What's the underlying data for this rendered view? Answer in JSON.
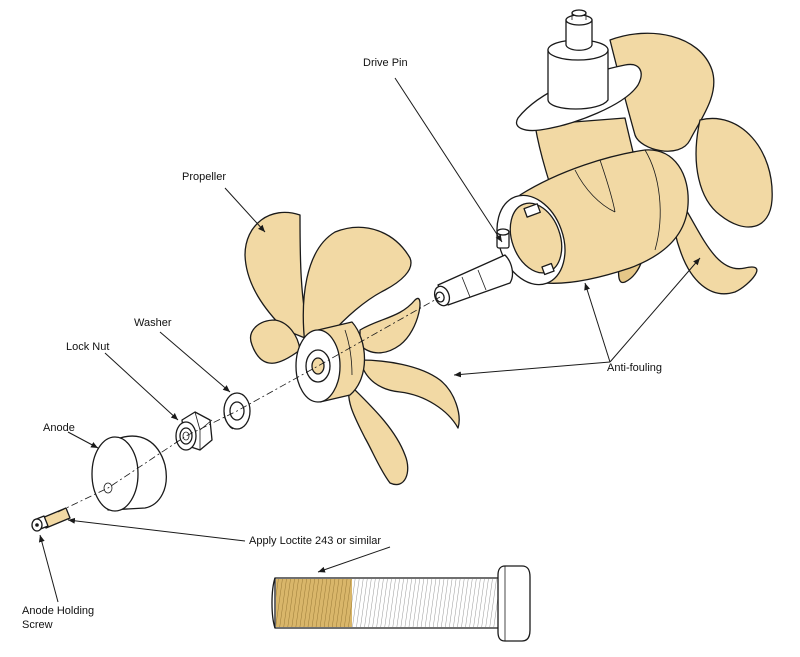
{
  "labels": {
    "drive_pin": "Drive Pin",
    "propeller": "Propeller",
    "washer": "Washer",
    "lock_nut": "Lock Nut",
    "anode": "Anode",
    "anti_fouling": "Anti-fouling",
    "apply_loctite": "Apply Loctite 243 or similar",
    "anode_holding_screw_line1": "Anode Holding",
    "anode_holding_screw_line2": "Screw"
  },
  "colors": {
    "bronze": "#f2d9a4",
    "bronze_shade": "#e6c787",
    "loctite": "#d9b66a",
    "outline": "#1a1a1a",
    "metal": "#ffffff"
  }
}
